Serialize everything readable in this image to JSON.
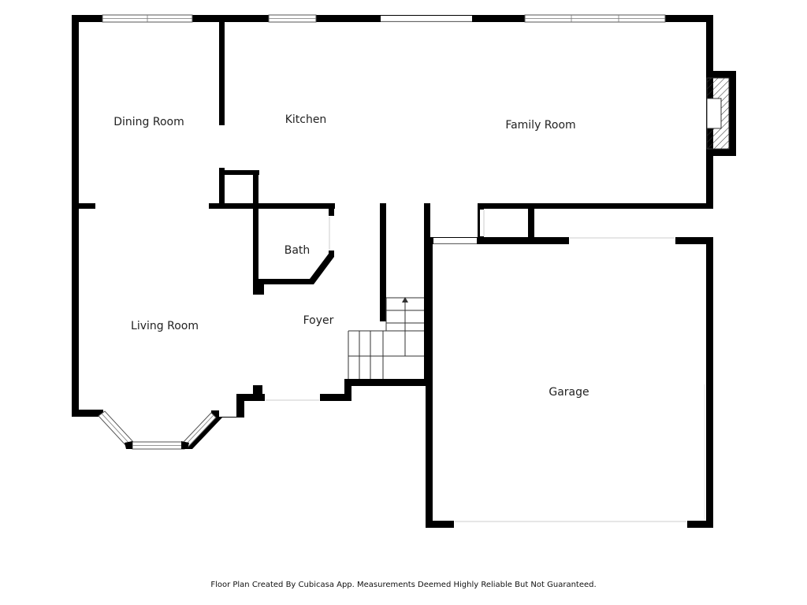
{
  "colors": {
    "wall": "#000000",
    "background": "#ffffff",
    "text": "#222222"
  },
  "rooms": {
    "dining": "Dining Room",
    "kitchen": "Kitchen",
    "family": "Family Room",
    "bath": "Bath",
    "living": "Living Room",
    "foyer": "Foyer",
    "garage": "Garage"
  },
  "footer": "Floor Plan Created By Cubicasa App. Measurements Deemed Highly Reliable But Not Guaranteed.",
  "icons": {
    "stairs": "stairs-up-arrow-icon",
    "fireplace": "fireplace-icon"
  }
}
